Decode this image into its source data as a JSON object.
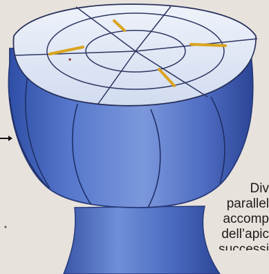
{
  "caption": {
    "lines": [
      "Div",
      "parallel",
      "accomp",
      "dell’apic",
      "successi"
    ]
  },
  "colors": {
    "background": "#e8e2dd",
    "cell_blue": "#4a6fc4",
    "cell_blue_light": "#8aa6e2",
    "top_surface": "#dfe6f4",
    "division_marks": "#d9a41c",
    "outline": "#2a2f55"
  },
  "icons": {
    "pointer": "arrow-right-icon"
  }
}
